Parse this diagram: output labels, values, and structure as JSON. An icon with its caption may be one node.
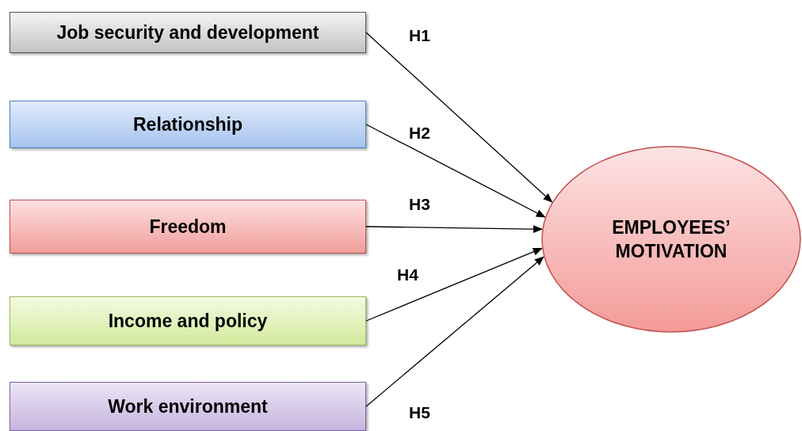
{
  "diagram": {
    "nodes": [
      {
        "text": [
          "Job security and development"
        ]
      },
      {
        "text": [
          "Relationship"
        ]
      },
      {
        "text": [
          "Freedom"
        ]
      },
      {
        "text": [
          "Income and policy"
        ]
      },
      {
        "text": [
          "Work environment"
        ]
      },
      {
        "text": [
          "EMPLOYEES’ MOTIVATION"
        ]
      }
    ],
    "edges": [
      {
        "from": 0,
        "to": 5,
        "arrow": "to",
        "label": "H1"
      },
      {
        "from": 1,
        "to": 5,
        "arrow": "to",
        "label": "H2"
      },
      {
        "from": 2,
        "to": 5,
        "arrow": "to",
        "label": "H3"
      },
      {
        "from": 3,
        "to": 5,
        "arrow": "to",
        "label": "H4"
      },
      {
        "from": 4,
        "to": 5,
        "arrow": "to",
        "label": "H5"
      }
    ]
  }
}
